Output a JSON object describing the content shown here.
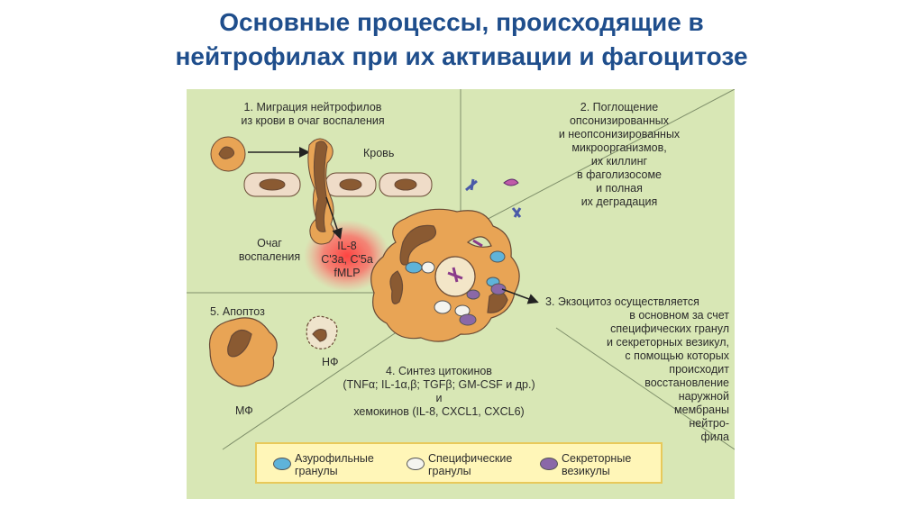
{
  "title": {
    "line1": "Основные процессы, происходящие в",
    "line2": "нейтрофилах при их активации и фагоцитозе"
  },
  "diagram": {
    "migration": {
      "heading_1": "1. Миграция нейтрофилов",
      "heading_2": "из крови в очаг воспаления",
      "blood": "Кровь",
      "focus_1": "Очаг",
      "focus_2": "воспаления",
      "chem_1": "IL-8",
      "chem_2": "C'3a, C'5a",
      "chem_3": "fMLP"
    },
    "uptake": {
      "l1": "2. Поглощение",
      "l2": "опсонизированных",
      "l3": "и неопсонизированных",
      "l4": "микроорганизмов,",
      "l5": "их киллинг",
      "l6": "в фаголизосоме",
      "l7": "и полная",
      "l8": "их деградация"
    },
    "exocytosis": {
      "l1": "3. Экзоцитоз осуществляется",
      "l2": "в основном за счет",
      "l3": "специфических гранул",
      "l4": "и секреторных везикул,",
      "l5": "с помощью которых",
      "l6": "происходит",
      "l7": "восстановление",
      "l8": "наружной",
      "l9": "мембраны",
      "l10": "нейтро-",
      "l11": "фила"
    },
    "cytokines": {
      "l1": "4. Синтез цитокинов",
      "l2": "(TNFα; IL-1α,β; TGFβ; GM-CSF и др.)",
      "l3": "и",
      "l4": "хемокинов (IL-8, CXCL1, CXCL6)"
    },
    "apoptosis": {
      "heading": "5. Апоптоз",
      "nf": "НФ",
      "mf": "МФ"
    },
    "legend": {
      "azuro_1": "Азурофильные",
      "azuro_2": "гранулы",
      "spec_1": "Специфические",
      "spec_2": "гранулы",
      "secr_1": "Секреторные",
      "secr_2": "везикулы"
    },
    "colors": {
      "panel": "#d8e7b5",
      "cell": "#e8a455",
      "nucleus": "#8a5a32",
      "azurophilic": "#5fb3d9",
      "specific": "#f4f4ef",
      "secretory": "#8a68a8",
      "title": "#1f4e8c"
    }
  }
}
